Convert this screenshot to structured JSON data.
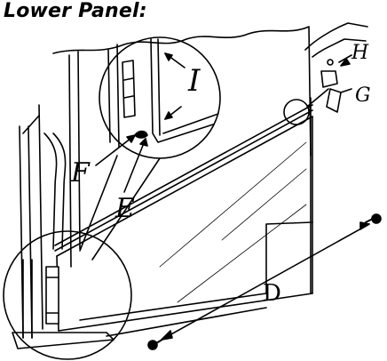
{
  "title": "Lower Panel:",
  "labels": {
    "D": "D",
    "E": "E",
    "F": "F",
    "G": "G",
    "H": "H",
    "I": "I"
  }
}
